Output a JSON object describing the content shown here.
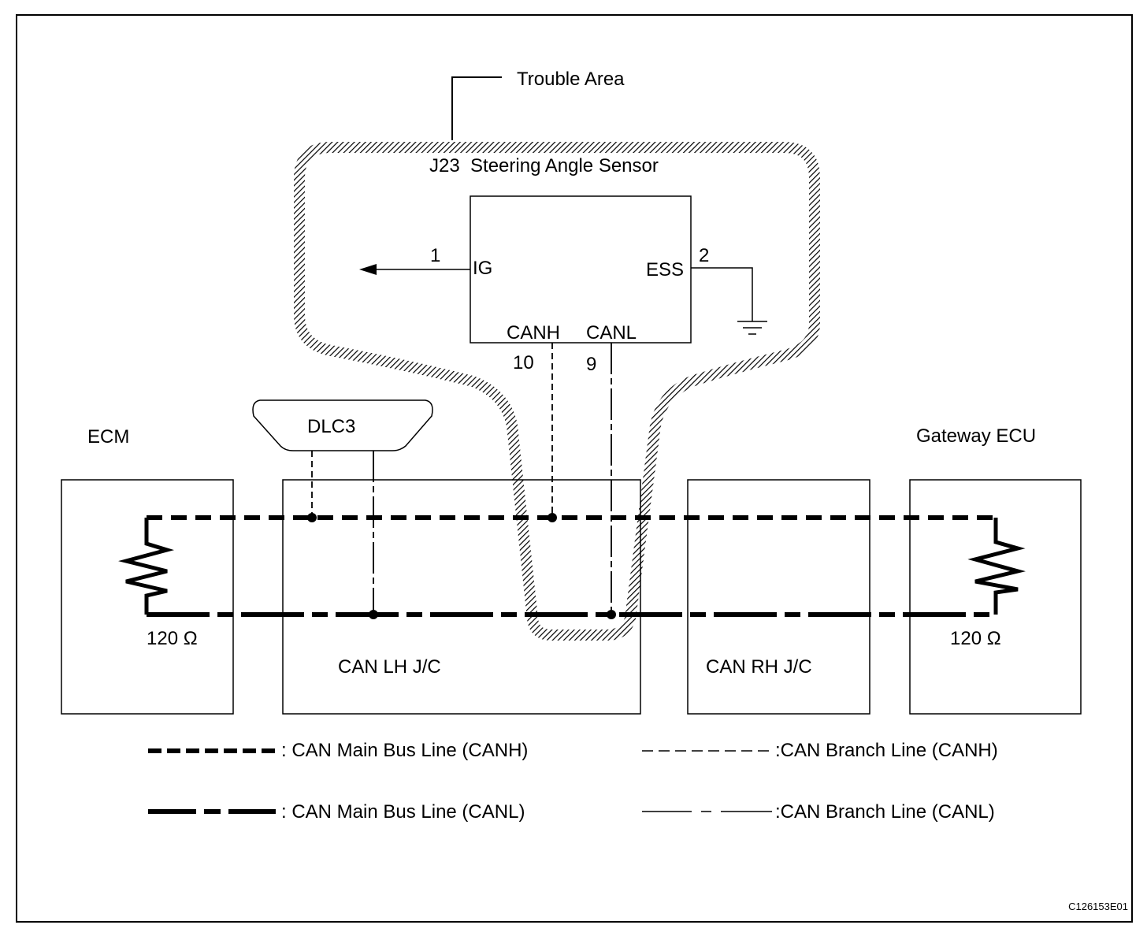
{
  "diagram": {
    "type": "wiring-diagram",
    "figure_code": "C126153E01",
    "trouble_area_label": "Trouble Area",
    "sensor": {
      "title": "J23  Steering Angle Sensor",
      "pins": {
        "ig": {
          "name": "IG",
          "number": "1"
        },
        "ess": {
          "name": "ESS",
          "number": "2"
        },
        "canh": {
          "name": "CANH",
          "number": "10"
        },
        "canl": {
          "name": "CANL",
          "number": "9"
        }
      }
    },
    "connector": {
      "label": "DLC3"
    },
    "modules": {
      "ecm": {
        "label": "ECM",
        "resistor": "120 Ω"
      },
      "can_lh_jc": {
        "label": "CAN LH J/C"
      },
      "can_rh_jc": {
        "label": "CAN RH J/C"
      },
      "gateway_ecu": {
        "label": "Gateway ECU",
        "resistor": "120 Ω"
      }
    },
    "legend": [
      {
        "key": "main-canh",
        "label": ": CAN Main Bus Line (CANH)"
      },
      {
        "key": "main-canl",
        "label": ": CAN Main Bus Line (CANL)"
      },
      {
        "key": "branch-canh",
        "label": ":CAN Branch Line (CANH)"
      },
      {
        "key": "branch-canl",
        "label": ":CAN Branch Line (CANL)"
      }
    ],
    "colors": {
      "line": "#000000",
      "background": "#ffffff"
    }
  }
}
